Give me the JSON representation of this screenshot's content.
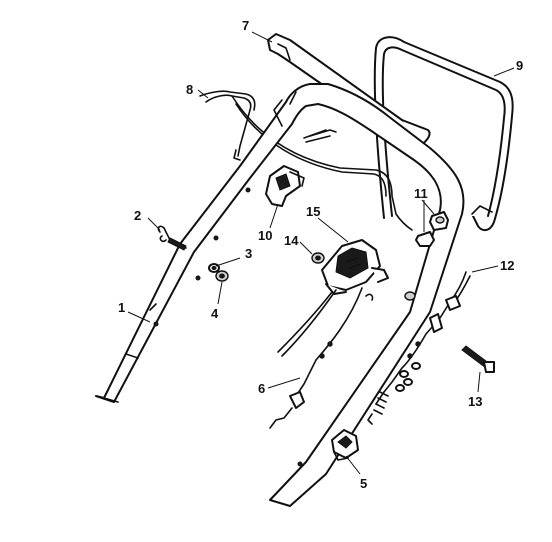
{
  "callouts": {
    "c1": "1",
    "c2": "2",
    "c3": "3",
    "c4": "4",
    "c5": "5",
    "c6": "6",
    "c7": "7",
    "c8": "8",
    "c9": "9",
    "c10": "10",
    "c11": "11",
    "c12": "12",
    "c13": "13",
    "c14": "14",
    "c15": "15"
  },
  "colors": {
    "ink": "#111111",
    "background": "#ffffff"
  }
}
